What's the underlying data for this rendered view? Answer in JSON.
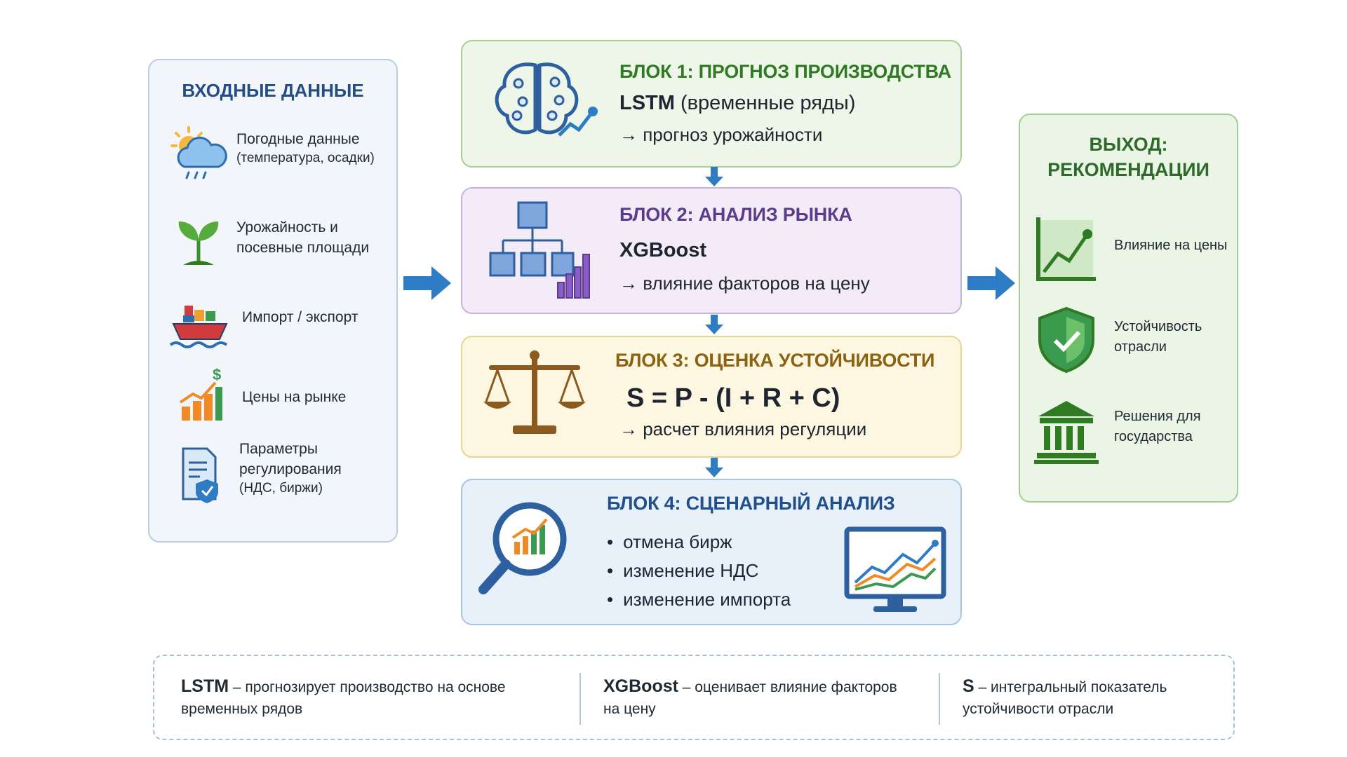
{
  "input": {
    "title": "ВХОДНЫЕ ДАННЫЕ",
    "items": [
      {
        "icon": "weather-icon",
        "label": "Погодные данные",
        "sub": "(температура, осадки)"
      },
      {
        "icon": "sprout-icon",
        "label": "Урожайность и",
        "label2": "посевные площади"
      },
      {
        "icon": "cargo-ship-icon",
        "label": "Импорт / экспорт"
      },
      {
        "icon": "price-chart-icon",
        "label": "Цены на рынке"
      },
      {
        "icon": "regulation-document-icon",
        "label": "Параметры",
        "label2": "регулирования",
        "sub": "(НДС, биржи)"
      }
    ]
  },
  "blocks": [
    {
      "title": "БЛОК 1: ПРОГНОЗ ПРОИЗВОДСТВА",
      "main_bold": "LSTM",
      "main_rest": " (временные ряды)",
      "sub": "→ прогноз урожайности",
      "icon": "brain-network-icon",
      "color": "#2f7a23"
    },
    {
      "title": "БЛОК 2: АНАЛИЗ РЫНКА",
      "main_bold": "XGBoost",
      "sub": "→ влияние факторов на цену",
      "icon": "tree-chart-icon",
      "color": "#5b3c8c"
    },
    {
      "title": "БЛОК 3: ОЦЕНКА УСТОЙЧИВОСТИ",
      "main_bold": "S = P - (I + R + C)",
      "sub": "→ расчет влияния регуляции",
      "icon": "scales-icon",
      "color": "#8a6210"
    },
    {
      "title": "БЛОК 4: СЦЕНАРНЫЙ АНАЛИЗ",
      "bullets": [
        "отмена бирж",
        "изменение НДС",
        "изменение импорта"
      ],
      "icon": "magnifier-chart-icon",
      "icon2": "monitor-chart-icon",
      "color": "#1f4f8c"
    }
  ],
  "output": {
    "title1": "ВЫХОД:",
    "title2": "РЕКОМЕНДАЦИИ",
    "items": [
      {
        "icon": "growth-chart-icon",
        "label": "Влияние на цены"
      },
      {
        "icon": "shield-icon",
        "label": "Устойчивость",
        "label2": "отрасли"
      },
      {
        "icon": "government-building-icon",
        "label": "Решения для",
        "label2": "государства"
      }
    ]
  },
  "legend": [
    {
      "term": "LSTM",
      "text1": " – прогнозирует производство на основе",
      "text2": "временных рядов"
    },
    {
      "term": "XGBoost",
      "text1": " – оценивает влияние факторов",
      "text2": "на цену"
    },
    {
      "term": "S",
      "text1": " – интегральный показатель",
      "text2": "устойчивости отрасли"
    }
  ],
  "colors": {
    "arrow": "#2e7cc4",
    "input_title": "#244d84",
    "output_title": "#2e6b2a"
  }
}
